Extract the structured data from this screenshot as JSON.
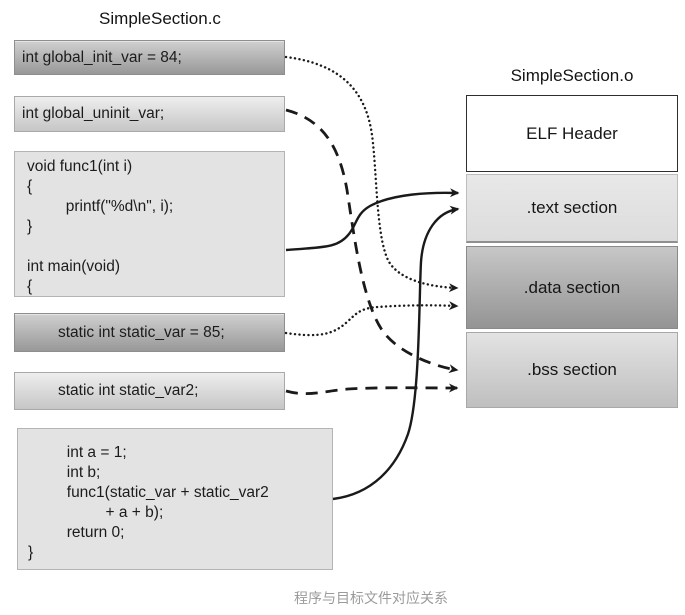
{
  "source_file": {
    "title": "SimpleSection.c",
    "boxes": [
      {
        "name": "global-init-var",
        "style": "gradient-dark",
        "lines": [
          "int global_init_var = 84;"
        ]
      },
      {
        "name": "global-uninit-var",
        "style": "gradient-light",
        "lines": [
          "int global_uninit_var;"
        ]
      },
      {
        "name": "func1-and-main",
        "style": "flat",
        "lines": [
          "void func1(int i)",
          "{",
          "         printf(\"%d\\n\", i);",
          "}",
          "",
          "int main(void)",
          "{"
        ]
      },
      {
        "name": "static-var",
        "style": "gradient-dark",
        "lines": [
          "static int static_var = 85;"
        ]
      },
      {
        "name": "static-var2",
        "style": "gradient-light",
        "lines": [
          "static int static_var2;"
        ]
      },
      {
        "name": "main-body",
        "style": "flat",
        "lines": [
          "         int a = 1;",
          "         int b;",
          "         func1(static_var + static_var2",
          "                  + a + b);",
          "         return 0;",
          "}"
        ]
      }
    ]
  },
  "object_file": {
    "title": "SimpleSection.o",
    "sections": [
      {
        "label": "ELF Header"
      },
      {
        "label": ".text section"
      },
      {
        "label": ".data section"
      },
      {
        "label": ".bss section"
      }
    ]
  },
  "arrows": [
    {
      "from": "int global_init_var = 84;",
      "to": ".data section",
      "style": "dotted"
    },
    {
      "from": "int global_uninit_var;",
      "to": ".bss section",
      "style": "dashed"
    },
    {
      "from": "func1 / main code block",
      "to": ".text section",
      "style": "solid"
    },
    {
      "from": "static int static_var = 85;",
      "to": ".data section",
      "style": "dotted"
    },
    {
      "from": "static int static_var2;",
      "to": ".bss section",
      "style": "dashed"
    },
    {
      "from": "main body code block",
      "to": ".text section",
      "style": "solid"
    }
  ],
  "caption": "程序与目标文件对应关系",
  "colors": {
    "arrow": "#1a1a1a",
    "box_dark_gradient_top": "#d0d0d0",
    "box_dark_gradient_bottom": "#989898",
    "box_light_gradient_top": "#eeeeee",
    "box_light_gradient_bottom": "#c6c6c6",
    "code_box_bg": "#e3e3e3",
    "elf_header_bg": "#ffffff",
    "text_section_bg": "#e2e2e2",
    "data_section_gradient_bottom": "#949494",
    "bss_section_gradient_bottom": "#bfbfbf",
    "caption_text": "#9b9b9b"
  }
}
